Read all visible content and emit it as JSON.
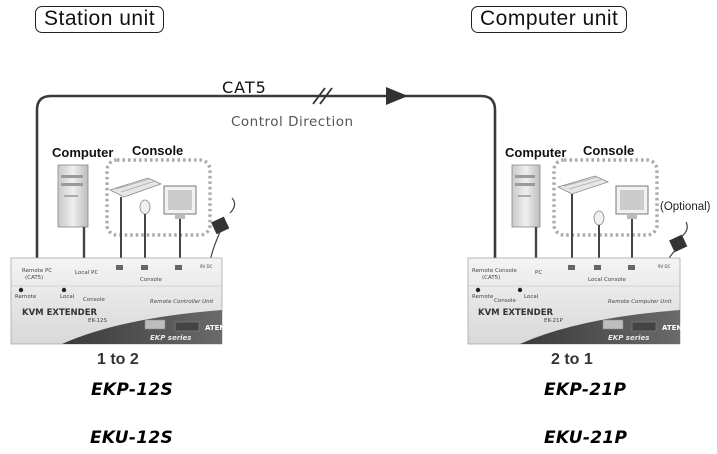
{
  "header": {
    "station_unit": "Station unit",
    "computer_unit": "Computer unit"
  },
  "cable": {
    "name": "CAT5",
    "direction": "Control Direction"
  },
  "station": {
    "computer_label": "Computer",
    "console_label": "Console",
    "ratio": "1 to 2",
    "models": [
      "EKP-12S",
      "EKU-12S"
    ],
    "panel": {
      "port_remote": "Remote PC (CAT5)",
      "port_local": "Local PC",
      "port_console": "Console",
      "led_remote": "Remote",
      "led_local": "Local",
      "led_console": "Console",
      "brand": "KVM EXTENDER",
      "model_small": "EK-12S",
      "series": "EKP series",
      "unit_text": "Remote Controller Unit"
    }
  },
  "computer": {
    "computer_label": "Computer",
    "console_label": "Console",
    "optional_label": "(Optional)",
    "ratio": "2 to 1",
    "models": [
      "EKP-21P",
      "EKU-21P"
    ],
    "panel": {
      "port_remote": "Remote Console (CAT5)",
      "port_pc": "PC",
      "port_console": "Local Console",
      "led_remote": "Remote",
      "led_console": "Console",
      "led_local": "Local",
      "brand": "KVM EXTENDER",
      "model_small": "EK-21P",
      "series": "EKP series",
      "unit_text": "Remote Computer Unit"
    }
  }
}
